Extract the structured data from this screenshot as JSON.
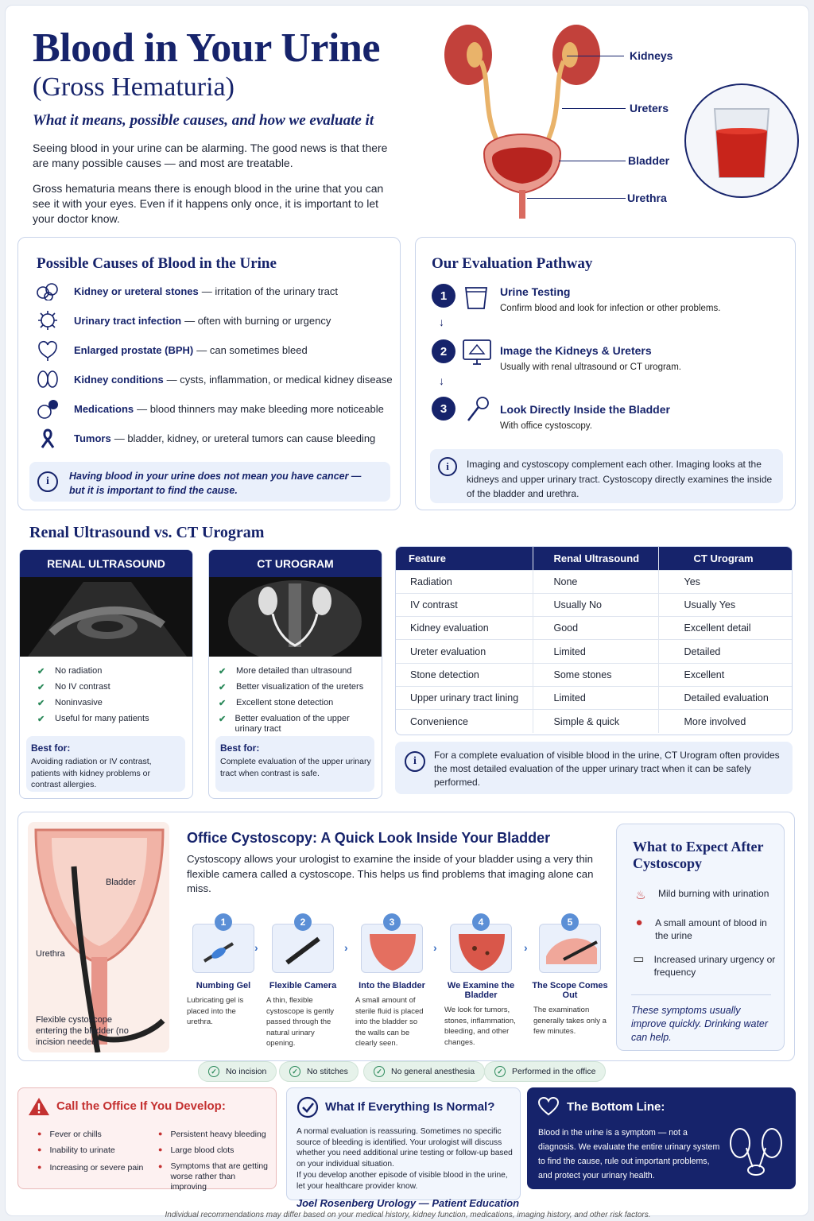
{
  "header": {
    "title_line1": "Blood in Your Urine",
    "title_line2": "(Gross Hematuria)",
    "subtitle": "What it means, possible causes, and how we evaluate it",
    "intro1": "Seeing blood in your urine can be alarming. The good news is that there are many possible causes — and most are treatable.",
    "intro2": "Gross hematuria means there is enough blood in the urine that you can see it with your eyes. Even if it happens only once, it is important to let your doctor know."
  },
  "anatomy_labels": {
    "kidneys": "Kidneys",
    "ureters": "Ureters",
    "bladder": "Bladder",
    "urethra": "Urethra"
  },
  "causes": {
    "title": "Possible Causes of Blood in the Urine",
    "items": [
      {
        "name": "Kidney or ureteral stones",
        "detail": "— irritation of the urinary tract",
        "icon": "stones-icon"
      },
      {
        "name": "Urinary tract infection",
        "detail": "— often with burning or urgency",
        "icon": "bacteria-icon"
      },
      {
        "name": "Enlarged prostate (BPH)",
        "detail": "— can sometimes bleed",
        "icon": "prostate-icon"
      },
      {
        "name": "Kidney conditions",
        "detail": "— cysts, inflammation, or medical kidney disease",
        "icon": "kidneys-icon"
      },
      {
        "name": "Medications",
        "detail": "— blood thinners may make bleeding more noticeable",
        "icon": "pills-icon"
      },
      {
        "name": "Tumors",
        "detail": "— bladder, kidney, or ureteral tumors can cause bleeding",
        "icon": "ribbon-icon"
      }
    ],
    "note": "Having blood in your urine does not mean you have cancer — but it is important to find the cause."
  },
  "pathway": {
    "title": "Our Evaluation Pathway",
    "steps": [
      {
        "num": "1",
        "title": "Urine Testing",
        "desc": "Confirm blood and look for infection or other problems."
      },
      {
        "num": "2",
        "title": "Image the Kidneys & Ureters",
        "desc": "Usually with renal ultrasound or CT urogram."
      },
      {
        "num": "3",
        "title": "Look Directly Inside the Bladder",
        "desc": "With office cystoscopy."
      }
    ],
    "arrow": "↓",
    "note": "Imaging and cystoscopy complement each other.  Imaging looks at the kidneys and upper urinary tract. Cystoscopy directly examines the inside of the bladder and urethra."
  },
  "comparison": {
    "title": "Renal Ultrasound vs. CT Urogram",
    "ultrasound": {
      "head": "RENAL ULTRASOUND",
      "checks": [
        "No radiation",
        "No IV contrast",
        "Noninvasive",
        "Useful for many patients"
      ],
      "best_label": "Best for:",
      "best_text": "Avoiding radiation or IV contrast, patients with kidney problems or contrast allergies."
    },
    "ct": {
      "head": "CT UROGRAM",
      "checks": [
        "More detailed than ultrasound",
        "Better visualization of the ureters",
        "Excellent stone detection",
        "Better evaluation of the upper urinary tract"
      ],
      "best_label": "Best for:",
      "best_text": "Complete evaluation of the upper urinary tract when contrast is safe."
    },
    "check_glyph": "✔",
    "table": {
      "headers": [
        "Feature",
        "Renal Ultrasound",
        "CT Urogram"
      ],
      "rows": [
        [
          "Radiation",
          "None",
          "Yes"
        ],
        [
          "IV contrast",
          "Usually No",
          "Usually Yes"
        ],
        [
          "Kidney evaluation",
          "Good",
          "Excellent detail"
        ],
        [
          "Ureter evaluation",
          "Limited",
          "Detailed"
        ],
        [
          "Stone detection",
          "Some stones",
          "Excellent"
        ],
        [
          "Upper urinary tract lining",
          "Limited",
          "Detailed evaluation"
        ],
        [
          "Convenience",
          "Simple & quick",
          "More involved"
        ]
      ]
    },
    "note": "For a complete evaluation of visible blood in the urine, CT Urogram often provides the most detailed evaluation of the upper urinary tract when it can be safely performed."
  },
  "cystoscopy": {
    "title": "Office Cystoscopy: A Quick Look Inside Your Bladder",
    "intro": "Cystoscopy allows your urologist to examine the inside of your bladder using a very thin flexible camera called a cystoscope. This helps us find problems that imaging alone can miss.",
    "illus_labels": {
      "bladder": "Bladder",
      "urethra": "Urethra",
      "caption": "Flexible cystoscope entering the bladder (no incision needed)"
    },
    "chevron": "›",
    "steps": [
      {
        "num": "1",
        "title": "Numbing Gel",
        "desc": "Lubricating gel is placed into the urethra."
      },
      {
        "num": "2",
        "title": "Flexible Camera",
        "desc": "A thin, flexible cystoscope is gently passed through the natural urinary opening."
      },
      {
        "num": "3",
        "title": "Into the Bladder",
        "desc": "A small amount of sterile fluid is placed into the bladder so the walls can be clearly seen."
      },
      {
        "num": "4",
        "title": "We Examine the Bladder",
        "desc": "We look for tumors, stones, inflammation, bleeding, and other changes."
      },
      {
        "num": "5",
        "title": "The Scope Comes Out",
        "desc": "The examination generally takes only a few minutes."
      }
    ],
    "pills": [
      "No incision",
      "No stitches",
      "No general anesthesia",
      "Performed in the office"
    ],
    "pill_check": "✓"
  },
  "expect": {
    "title": "What to Expect After Cystoscopy",
    "items": [
      {
        "text": "Mild burning with urination",
        "icon": "flame-icon"
      },
      {
        "text": "A small amount of blood in the urine",
        "icon": "blood-drop-icon"
      },
      {
        "text": "Increased urinary urgency or frequency",
        "icon": "toilet-icon"
      }
    ],
    "note": "These symptoms usually improve quickly. Drinking water can help."
  },
  "call_office": {
    "title": "Call the Office If You Develop:",
    "left": [
      "Fever or chills",
      "Inability to urinate",
      "Increasing or severe pain"
    ],
    "right": [
      "Persistent heavy bleeding",
      "Large blood clots",
      "Symptoms that are getting worse rather than improving"
    ],
    "bullet": "●"
  },
  "normal": {
    "title": "What If Everything Is Normal?",
    "text1": "A normal evaluation is reassuring. Sometimes no specific source of bleeding is identified. Your urologist will discuss whether you need additional urine testing or follow-up based on your individual situation.",
    "text2": "If you develop another episode of visible blood in the urine, let your healthcare provider know."
  },
  "bottom_line": {
    "title": "The Bottom Line:",
    "text": "Blood in the urine is a symptom — not a diagnosis. We evaluate the entire urinary system to find the cause, rule out important problems, and protect your urinary health."
  },
  "footer": {
    "org": "Joel Rosenberg Urology — Patient Education",
    "disclaimer": "Individual recommendations may differ based on your medical history, kidney function, medications, imaging history, and other risk factors."
  },
  "info_glyph": "i",
  "colors": {
    "navy": "#16236b",
    "accent_red": "#c43131",
    "green": "#2c8a5b",
    "light_blue": "#eaf0fb"
  }
}
